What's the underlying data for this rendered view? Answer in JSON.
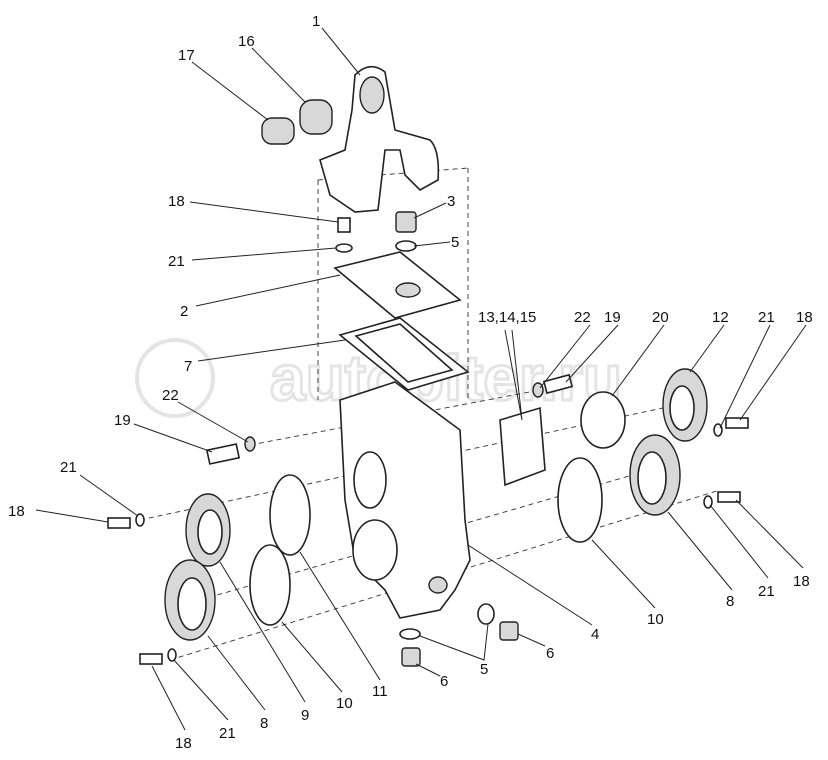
{
  "watermark": "autopiter.ru",
  "callouts": [
    "1",
    "17",
    "16",
    "18",
    "3",
    "5",
    "21",
    "2",
    "7",
    "13,14,15",
    "22",
    "19",
    "20",
    "12",
    "21",
    "18",
    "22",
    "19",
    "21",
    "18",
    "4",
    "10",
    "8",
    "21",
    "18",
    "5",
    "6",
    "6",
    "11",
    "10",
    "9",
    "8",
    "21",
    "18"
  ]
}
